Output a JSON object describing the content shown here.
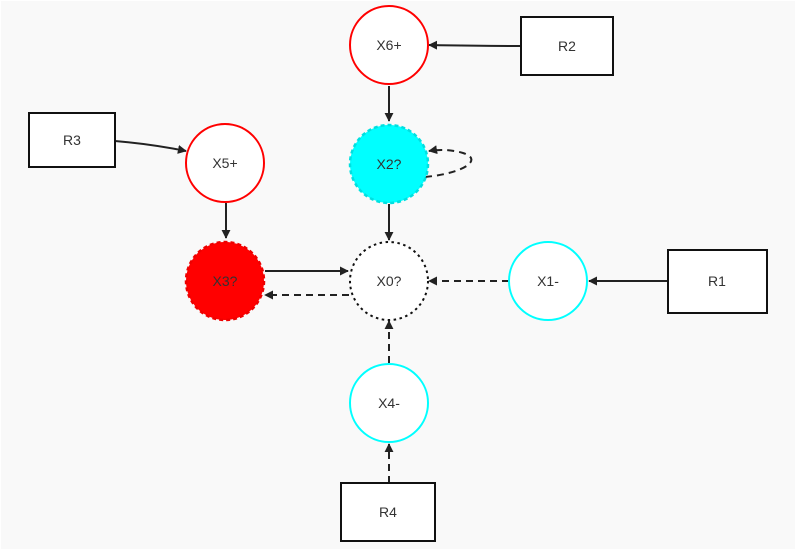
{
  "colors": {
    "red": "#ff0000",
    "cyan": "#00ffff",
    "line": "#222222",
    "box_stroke": "#111111",
    "background": "#f9f9f9"
  },
  "nodes": {
    "x6": {
      "label": "X6+",
      "shape": "circle",
      "border": "solid",
      "stroke": "red",
      "fill": "white"
    },
    "x2": {
      "label": "X2?",
      "shape": "circle",
      "border": "dashed",
      "stroke": "cyan",
      "fill": "cyan"
    },
    "x5": {
      "label": "X5+",
      "shape": "circle",
      "border": "solid",
      "stroke": "red",
      "fill": "white"
    },
    "x3": {
      "label": "X3?",
      "shape": "circle",
      "border": "dashed",
      "stroke": "red",
      "fill": "red"
    },
    "x0": {
      "label": "X0?",
      "shape": "circle",
      "border": "dotted",
      "stroke": "black",
      "fill": "white"
    },
    "x1": {
      "label": "X1-",
      "shape": "circle",
      "border": "solid",
      "stroke": "cyan",
      "fill": "white"
    },
    "x4": {
      "label": "X4-",
      "shape": "circle",
      "border": "solid",
      "stroke": "cyan",
      "fill": "white"
    },
    "r1": {
      "label": "R1",
      "shape": "box"
    },
    "r2": {
      "label": "R2",
      "shape": "box"
    },
    "r3": {
      "label": "R3",
      "shape": "box"
    },
    "r4": {
      "label": "R4",
      "shape": "box"
    }
  },
  "edges": [
    {
      "from": "r2",
      "to": "x6",
      "style": "solid"
    },
    {
      "from": "x6",
      "to": "x2",
      "style": "solid"
    },
    {
      "from": "x2",
      "to": "x2",
      "style": "dashed"
    },
    {
      "from": "x2",
      "to": "x0",
      "style": "solid"
    },
    {
      "from": "r3",
      "to": "x5",
      "style": "solid"
    },
    {
      "from": "x5",
      "to": "x3",
      "style": "solid"
    },
    {
      "from": "x3",
      "to": "x0",
      "style": "solid"
    },
    {
      "from": "x0",
      "to": "x3",
      "style": "dashed"
    },
    {
      "from": "x1",
      "to": "x0",
      "style": "dashed"
    },
    {
      "from": "r1",
      "to": "x1",
      "style": "solid"
    },
    {
      "from": "x4",
      "to": "x0",
      "style": "dashed"
    },
    {
      "from": "r4",
      "to": "x4",
      "style": "dashed"
    }
  ]
}
